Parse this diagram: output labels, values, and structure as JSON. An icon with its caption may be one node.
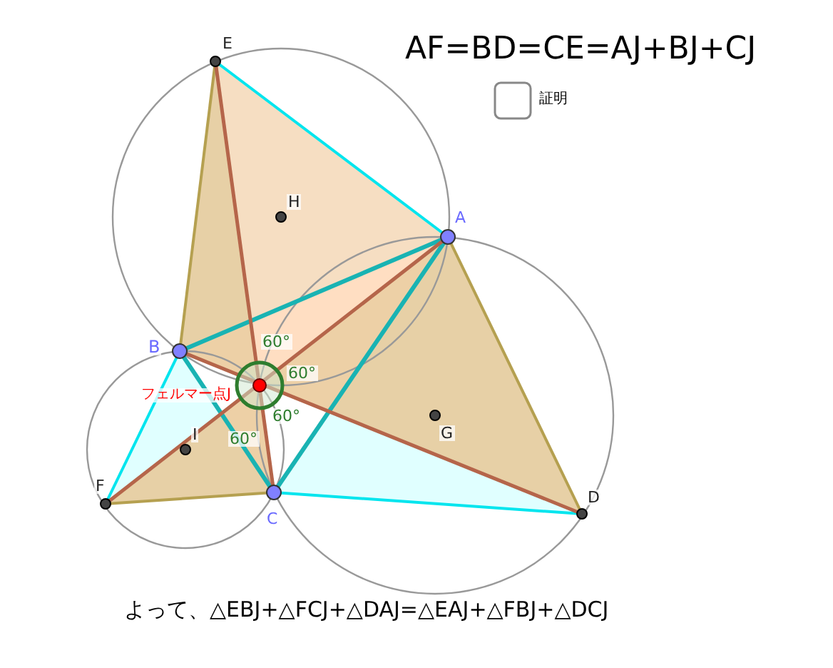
{
  "diagram": {
    "title": "AF=BD=CE=AJ+BJ+CJ",
    "labels": [
      "証明",
      "E",
      "H",
      "A",
      "B",
      "60°",
      "60°",
      "フェルマー点J",
      "60°",
      "I",
      "60°",
      "G",
      "F",
      "C",
      "D",
      "よって、△EBJ+△FCJ+△DAJ=△EAJ+△FBJ+△DCJ"
    ]
  }
}
